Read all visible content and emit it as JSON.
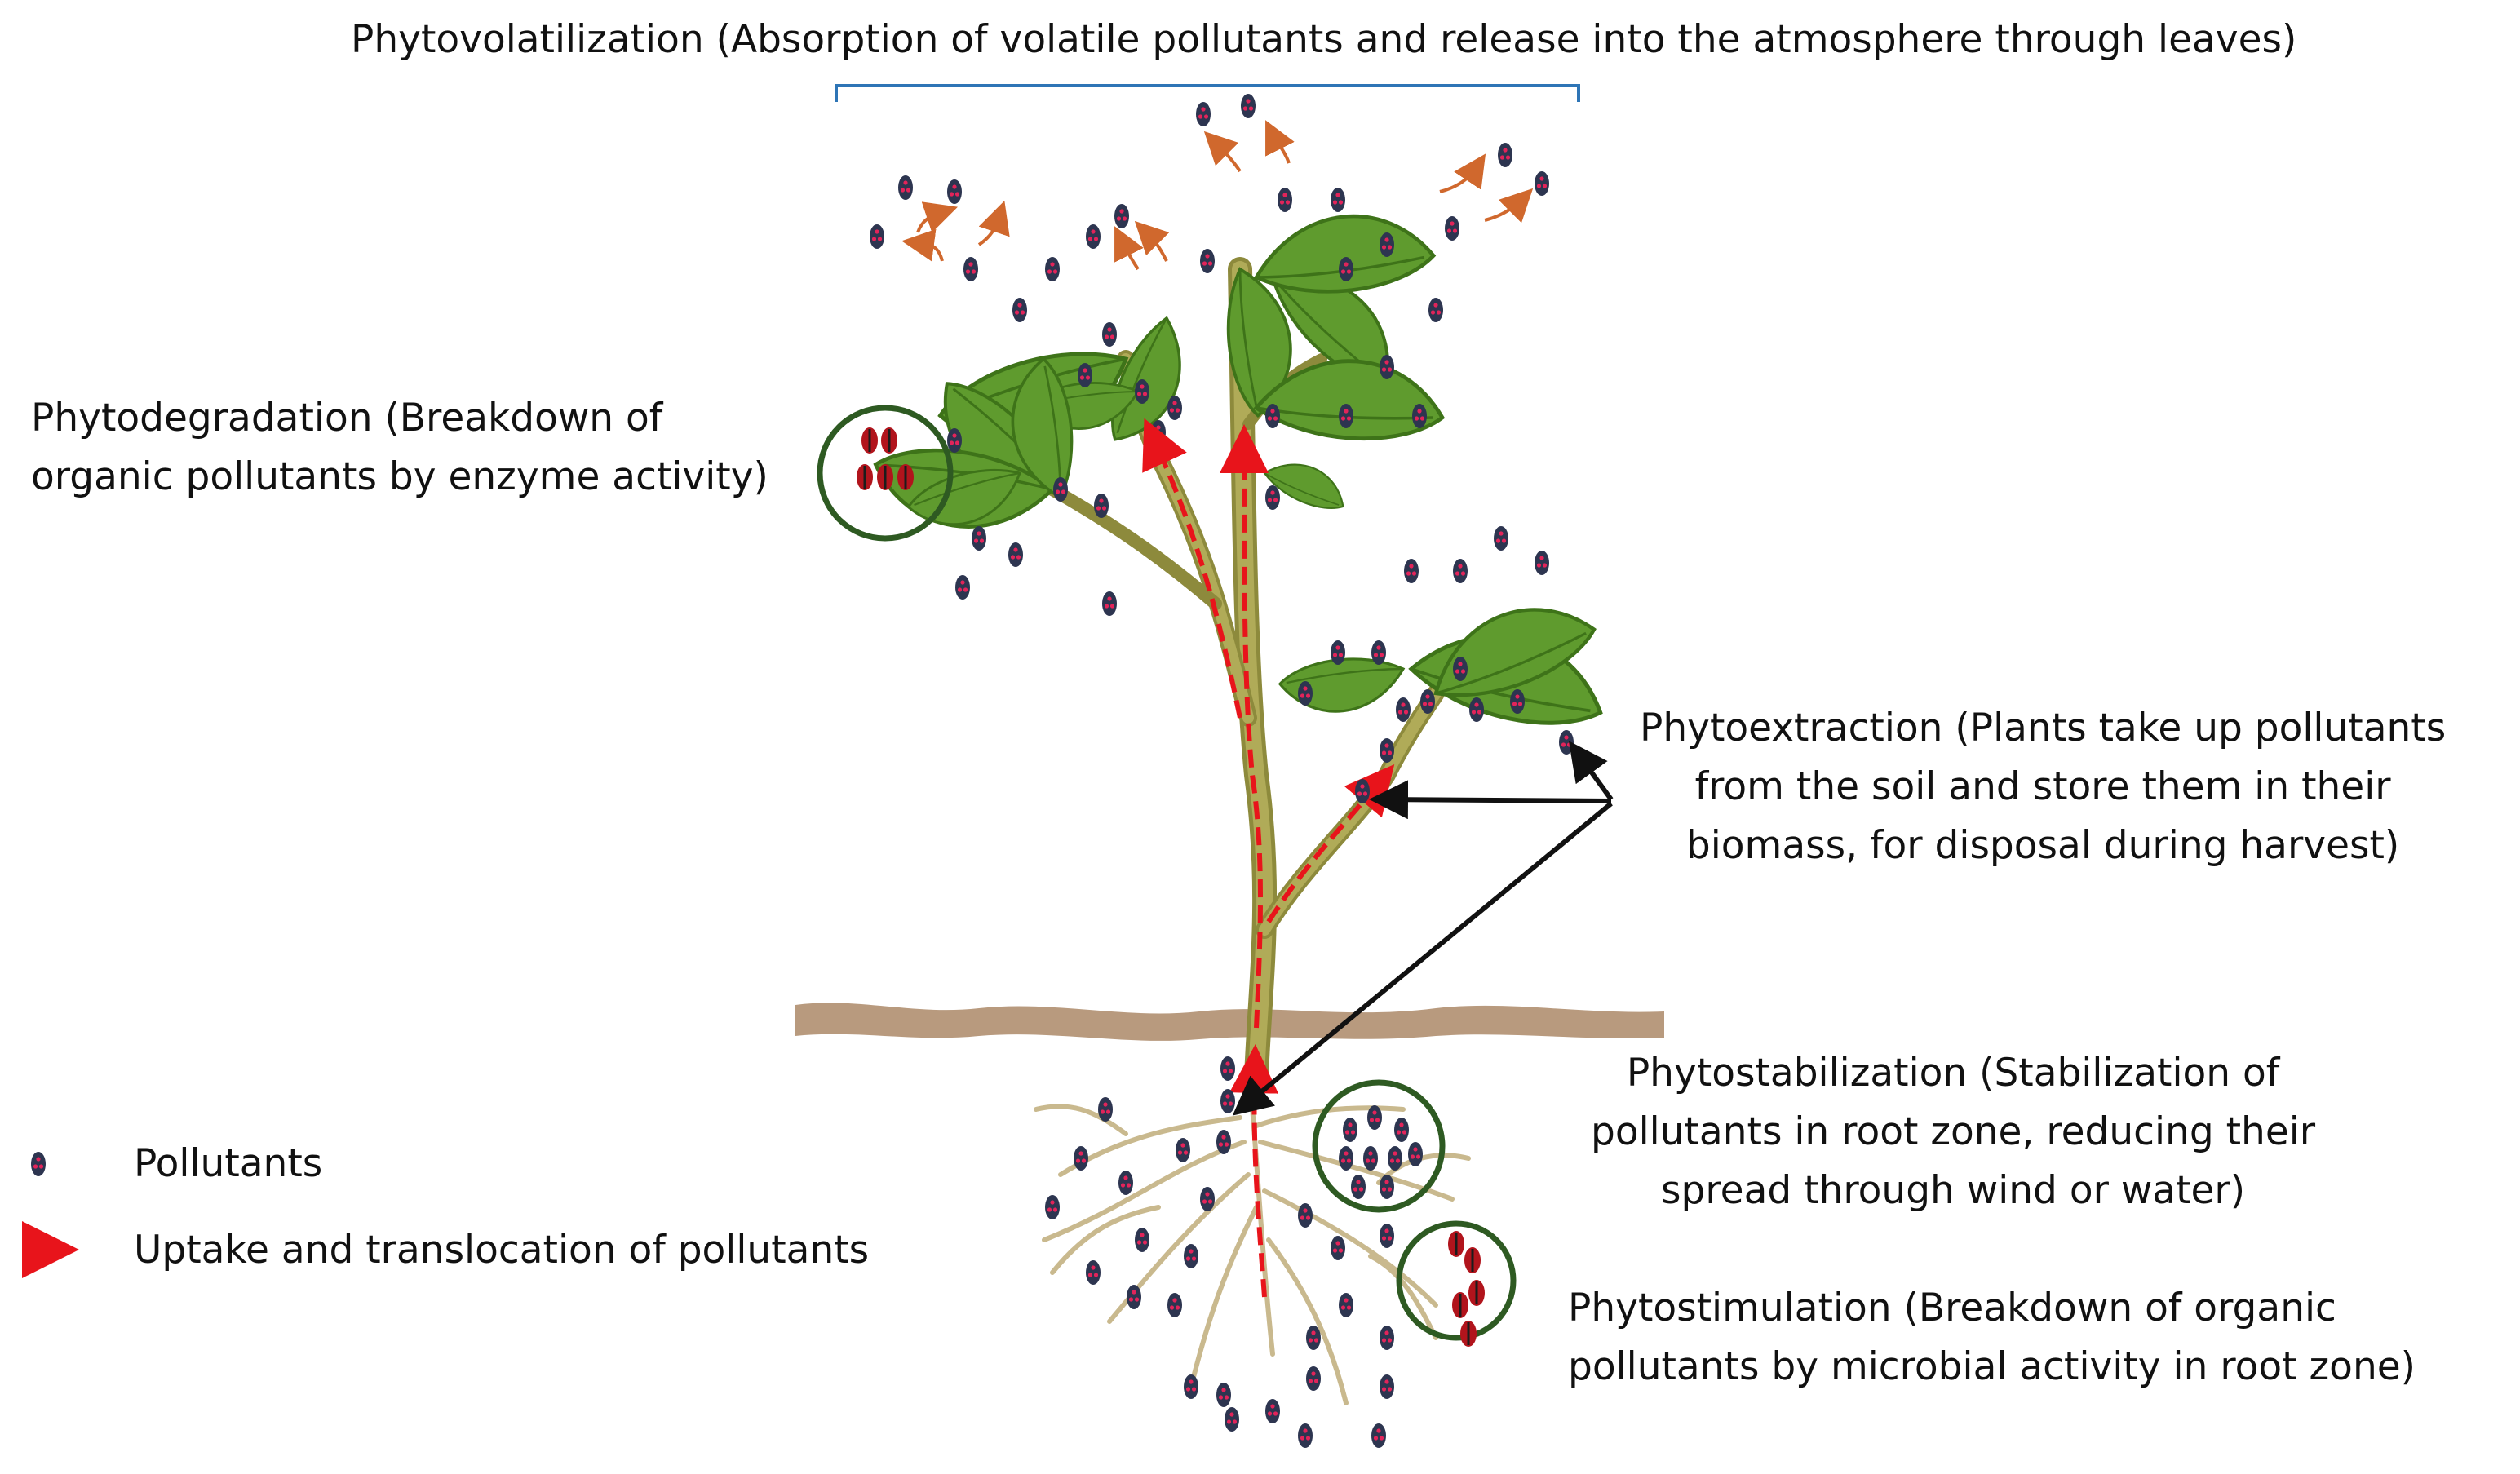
{
  "labels": {
    "phytovolatilization": "Phytovolatilization (Absorption of volatile pollutants and release into the atmosphere through leaves)",
    "phytodegradation": [
      "Phytodegradation (Breakdown of",
      "organic pollutants by enzyme activity)"
    ],
    "phytoextraction": [
      "Phytoextraction (Plants take up pollutants",
      "from the soil and store them in their",
      "biomass, for disposal during harvest)"
    ],
    "phytostabilization": [
      "Phytostabilization (Stabilization of",
      "pollutants in root zone, reducing their",
      "spread through wind or water)"
    ],
    "phytostimulation": [
      "Phytostimulation (Breakdown of organic",
      "pollutants by microbial activity in root zone)"
    ]
  },
  "legend": {
    "pollutants": "Pollutants",
    "uptake": "Uptake and translocation of pollutants"
  },
  "colors": {
    "leaf": "#5f9b2e",
    "leaf_dark": "#3e7319",
    "stem": "#a8a44e",
    "soil": "#b89a7e",
    "root": "#c9b98e",
    "pollutant": "#2d3550",
    "pollutant_dot": "#e2245a",
    "uptake_arrow": "#e8141b",
    "volatile_arrow": "#d0682d",
    "circle": "#2e5a22",
    "bracket": "#2e75b6"
  },
  "icons": [
    "pollutant-icon",
    "uptake-arrow-icon",
    "volatilization-arrow-icon",
    "leaf-icon",
    "root-icon"
  ]
}
